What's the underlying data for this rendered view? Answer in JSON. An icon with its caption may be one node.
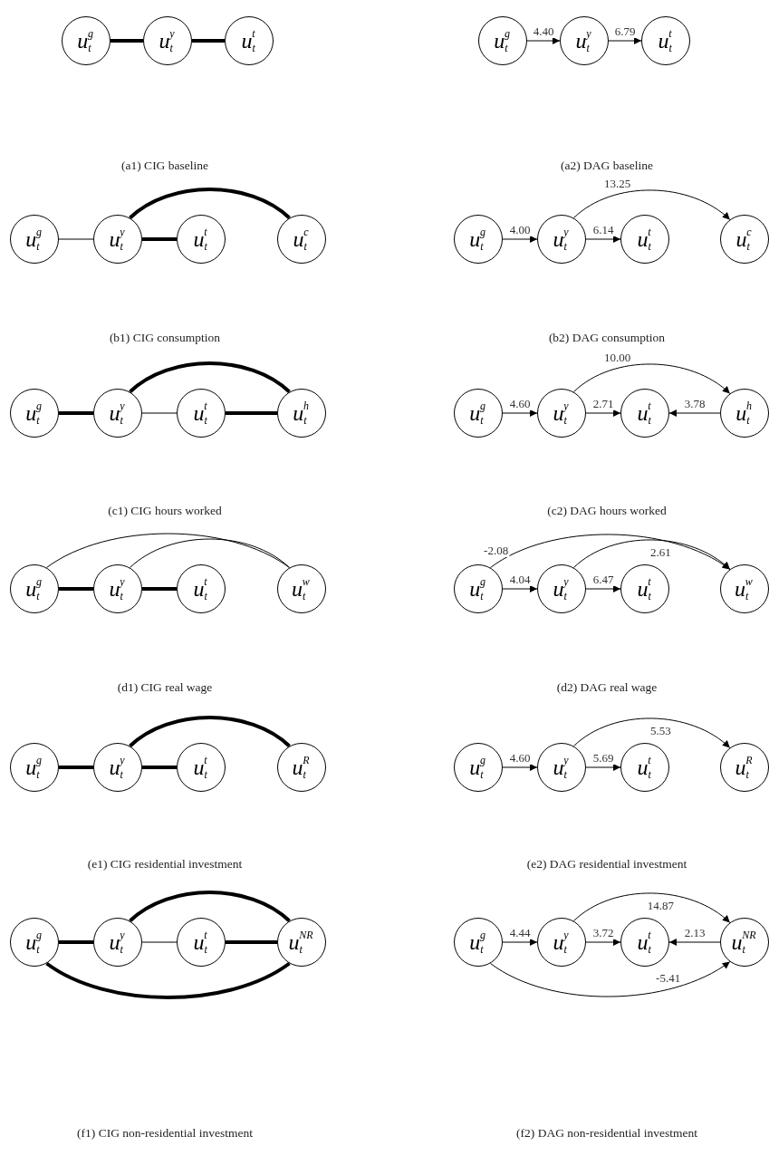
{
  "diagram": {
    "nodes": [
      {
        "text": [
          "u$_{t}$$^{g}$"
        ]
      },
      {
        "text": [
          "u$_{t}$$^{y}$"
        ]
      },
      {
        "text": [
          "u$_{t}$$^{t}$"
        ]
      },
      {
        "text": [
          "u$_{t}$$^{g}$"
        ]
      },
      {
        "text": [
          "u$_{t}$$^{y}$"
        ]
      },
      {
        "text": [
          "u$_{t}$$^{t}$"
        ]
      },
      {
        "text": [
          "u$_{t}$$^{g}$"
        ]
      },
      {
        "text": [
          "u$_{t}$$^{y}$"
        ]
      },
      {
        "text": [
          "u$_{t}$$^{t}$"
        ]
      },
      {
        "text": [
          "u$_{t}$$^{c}$"
        ]
      },
      {
        "text": [
          "u$_{t}$$^{g}$"
        ]
      },
      {
        "text": [
          "u$_{t}$$^{y}$"
        ]
      },
      {
        "text": [
          "u$_{t}$$^{t}$"
        ]
      },
      {
        "text": [
          "u$_{t}$$^{c}$"
        ]
      },
      {
        "text": [
          "u$_{t}$$^{g}$"
        ]
      },
      {
        "text": [
          "u$_{t}$$^{y}$"
        ]
      },
      {
        "text": [
          "u$_{t}$$^{t}$"
        ]
      },
      {
        "text": [
          "u$_{t}$$^{h}$"
        ]
      },
      {
        "text": [
          "u$_{t}$$^{g}$"
        ]
      },
      {
        "text": [
          "u$_{t}$$^{y}$"
        ]
      },
      {
        "text": [
          "u$_{t}$$^{t}$"
        ]
      },
      {
        "text": [
          "u$_{t}$$^{h}$"
        ]
      },
      {
        "text": [
          "u$_{t}$$^{g}$"
        ]
      },
      {
        "text": [
          "u$_{t}$$^{y}$"
        ]
      },
      {
        "text": [
          "u$_{t}$$^{t}$"
        ]
      },
      {
        "text": [
          "u$_{t}$$^{w}$"
        ]
      },
      {
        "text": [
          "u$_{t}$$^{g}$"
        ]
      },
      {
        "text": [
          "u$_{t}$$^{y}$"
        ]
      },
      {
        "text": [
          "u$_{t}$$^{t}$"
        ]
      },
      {
        "text": [
          "u$_{t}$$^{w}$"
        ]
      },
      {
        "text": [
          "u$_{t}$$^{g}$"
        ]
      },
      {
        "text": [
          "u$_{t}$$^{y}$"
        ]
      },
      {
        "text": [
          "u$_{t}$$^{t}$"
        ]
      },
      {
        "text": [
          "u$_{t}$$^{R}$"
        ]
      },
      {
        "text": [
          "u$_{t}$$^{g}$"
        ]
      },
      {
        "text": [
          "u$_{t}$$^{y}$"
        ]
      },
      {
        "text": [
          "u$_{t}$$^{t}$"
        ]
      },
      {
        "text": [
          "u$_{t}$$^{R}$"
        ]
      },
      {
        "text": [
          "u$_{t}$$^{g}$"
        ]
      },
      {
        "text": [
          "u$_{t}$$^{y}$"
        ]
      },
      {
        "text": [
          "u$_{t}$$^{t}$"
        ]
      },
      {
        "text": [
          "u$_{t}$$^{NR}$"
        ]
      },
      {
        "text": [
          "u$_{t}$$^{g}$"
        ]
      },
      {
        "text": [
          "u$_{t}$$^{y}$"
        ]
      },
      {
        "text": [
          "u$_{t}$$^{t}$"
        ]
      },
      {
        "text": [
          "u$_{t}$$^{NR}$"
        ]
      }
    ],
    "edges": [
      {
        "from": 0,
        "to": 1,
        "arrow": "none",
        "style": "thick"
      },
      {
        "from": 1,
        "to": 2,
        "arrow": "none",
        "style": "thick"
      },
      {
        "from": 3,
        "to": 4,
        "arrow": "to",
        "label": "4.40"
      },
      {
        "from": 4,
        "to": 5,
        "arrow": "to",
        "label": "6.79"
      },
      {
        "from": 6,
        "to": 7,
        "arrow": "none"
      },
      {
        "from": 7,
        "to": 8,
        "arrow": "none",
        "style": "thick"
      },
      {
        "from": 7,
        "to": 9,
        "arrow": "none",
        "style": "thick"
      },
      {
        "from": 10,
        "to": 11,
        "arrow": "to",
        "label": "4.00"
      },
      {
        "from": 11,
        "to": 12,
        "arrow": "to",
        "label": "6.14"
      },
      {
        "from": 11,
        "to": 13,
        "arrow": "to",
        "label": "13.25"
      },
      {
        "from": 14,
        "to": 15,
        "arrow": "none",
        "style": "thick"
      },
      {
        "from": 15,
        "to": 16,
        "arrow": "none"
      },
      {
        "from": 16,
        "to": 17,
        "arrow": "none",
        "style": "thick"
      },
      {
        "from": 15,
        "to": 17,
        "arrow": "none",
        "style": "thick"
      },
      {
        "from": 18,
        "to": 19,
        "arrow": "to",
        "label": "4.60"
      },
      {
        "from": 19,
        "to": 20,
        "arrow": "to",
        "label": "2.71"
      },
      {
        "from": 21,
        "to": 20,
        "arrow": "to",
        "label": "3.78"
      },
      {
        "from": 19,
        "to": 21,
        "arrow": "to",
        "label": "10.00"
      },
      {
        "from": 22,
        "to": 23,
        "arrow": "none",
        "style": "thick"
      },
      {
        "from": 23,
        "to": 24,
        "arrow": "none",
        "style": "thick"
      },
      {
        "from": 22,
        "to": 25,
        "arrow": "none"
      },
      {
        "from": 23,
        "to": 25,
        "arrow": "none"
      },
      {
        "from": 26,
        "to": 27,
        "arrow": "to",
        "label": "4.04"
      },
      {
        "from": 27,
        "to": 28,
        "arrow": "to",
        "label": "6.47"
      },
      {
        "from": 26,
        "to": 29,
        "arrow": "to",
        "label": "-2.08"
      },
      {
        "from": 27,
        "to": 29,
        "arrow": "to",
        "label": "2.61"
      },
      {
        "from": 30,
        "to": 31,
        "arrow": "none",
        "style": "thick"
      },
      {
        "from": 31,
        "to": 32,
        "arrow": "none",
        "style": "thick"
      },
      {
        "from": 31,
        "to": 33,
        "arrow": "none",
        "style": "thick"
      },
      {
        "from": 34,
        "to": 35,
        "arrow": "to",
        "label": "4.60"
      },
      {
        "from": 35,
        "to": 36,
        "arrow": "to",
        "label": "5.69"
      },
      {
        "from": 35,
        "to": 37,
        "arrow": "to",
        "label": "5.53"
      },
      {
        "from": 38,
        "to": 39,
        "arrow": "none",
        "style": "thick"
      },
      {
        "from": 39,
        "to": 40,
        "arrow": "none"
      },
      {
        "from": 40,
        "to": 41,
        "arrow": "none",
        "style": "thick"
      },
      {
        "from": 39,
        "to": 41,
        "arrow": "none",
        "style": "thick"
      },
      {
        "from": 38,
        "to": 41,
        "arrow": "none",
        "style": "thick"
      },
      {
        "from": 42,
        "to": 43,
        "arrow": "to",
        "label": "4.44"
      },
      {
        "from": 43,
        "to": 44,
        "arrow": "to",
        "label": "3.72"
      },
      {
        "from": 45,
        "to": 44,
        "arrow": "to",
        "label": "2.13"
      },
      {
        "from": 43,
        "to": 45,
        "arrow": "to",
        "label": "14.87"
      },
      {
        "from": 42,
        "to": 45,
        "arrow": "to",
        "label": "-5.41"
      }
    ],
    "labels": [
      "(a1) CIG baseline",
      "(a2) DAG baseline",
      "(b1) CIG consumption",
      "(b2) DAG consumption",
      "(c1) CIG hours worked",
      "(c2) DAG hours worked",
      "(d1) CIG real wage",
      "(d2) DAG real wage",
      "(e1) CIG residential investment",
      "(e2) DAG residential investment",
      "(f1) CIG non-residential investment",
      "(f2) DAG non-residential investment"
    ]
  }
}
